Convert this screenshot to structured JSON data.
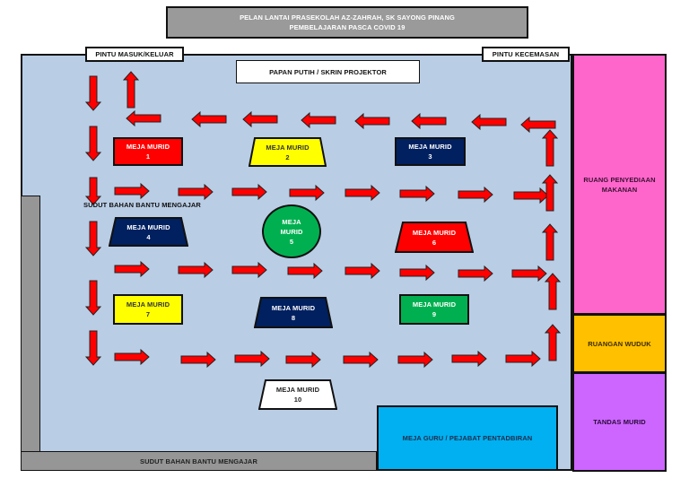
{
  "title": {
    "line1": "PELAN LANTAI PRASEKOLAH AZ-ZAHRAH, SK SAYONG PINANG",
    "line2": "PEMBELAJARAN PASCA COVID 19"
  },
  "doors": {
    "entrance": "PINTU MASUK/KELUAR",
    "emergency": "PINTU KECEMASAN"
  },
  "whiteboard": "PAPAN PUTIH / SKRIN PROJEKTOR",
  "corners": {
    "left_label": "SUDUT BAHAN BANTU MENGAJAR",
    "bottom_label": "SUDUT BAHAN BANTU MENGAJAR"
  },
  "teacher_desk": "MEJA GURU / PEJABAT PENTADBIRAN",
  "rooms": {
    "food_prep": {
      "line1": "RUANG PENYEDIAAN",
      "line2": "MAKANAN",
      "color": "#ff66cc"
    },
    "ablution": {
      "label": "RUANGAN WUDUK",
      "color": "#ffc000"
    },
    "toilet": {
      "label": "TANDAS MURID",
      "color": "#cc66ff"
    }
  },
  "desks": [
    {
      "label": "MEJA MURID",
      "number": "1",
      "shape": "rectangle",
      "color": "#ff0000",
      "text_color": "#ffffff"
    },
    {
      "label": "MEJA MURID",
      "number": "2",
      "shape": "trapezoid",
      "color": "#ffff00",
      "text_color": "#333333"
    },
    {
      "label": "MEJA MURID",
      "number": "3",
      "shape": "rectangle",
      "color": "#002060",
      "text_color": "#ffffff"
    },
    {
      "label": "MEJA MURID",
      "number": "4",
      "shape": "trapezoid",
      "color": "#002060",
      "text_color": "#ffffff"
    },
    {
      "label": "MEJA",
      "label2": "MURID",
      "number": "5",
      "shape": "circle",
      "color": "#00b050",
      "text_color": "#ffffff"
    },
    {
      "label": "MEJA MURID",
      "number": "6",
      "shape": "trapezoid",
      "color": "#ff0000",
      "text_color": "#ffffff"
    },
    {
      "label": "MEJA MURID",
      "number": "7",
      "shape": "rectangle",
      "color": "#ffff00",
      "text_color": "#333333"
    },
    {
      "label": "MEJA MURID",
      "number": "8",
      "shape": "trapezoid",
      "color": "#002060",
      "text_color": "#ffffff"
    },
    {
      "label": "MEJA MURID",
      "number": "9",
      "shape": "rectangle",
      "color": "#00b050",
      "text_color": "#ffffff"
    },
    {
      "label": "MEJA MURID",
      "number": "10",
      "shape": "trapezoid",
      "color": "#ffffff",
      "text_color": "#222222"
    }
  ],
  "colors": {
    "floor": "#b9cde5",
    "wall_strip": "#969696",
    "arrow": "#ff0000",
    "teacher_desk": "#00b0f0",
    "title_bg": "#9a9a9a"
  },
  "flow_arrows": {
    "top_row": "left",
    "left_column": "down",
    "middle_rows": "right",
    "right_column": "up",
    "exit": "up"
  }
}
